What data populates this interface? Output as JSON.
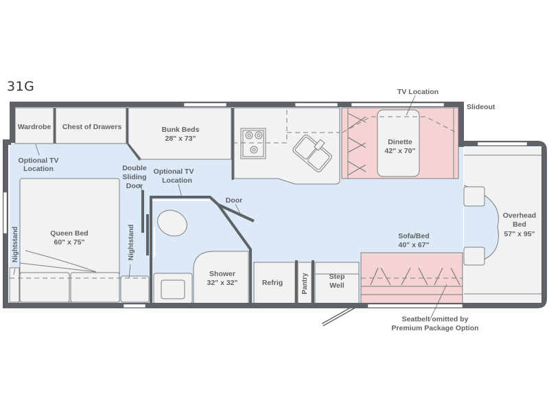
{
  "model": "31G",
  "colors": {
    "wall": "#5f6266",
    "floor": "#dce9f6",
    "furniture": "#f2f2f3",
    "slideout": "#f5d3d3",
    "label": "#5f6266"
  },
  "labels": {
    "wardrobe": "Wardrobe",
    "chest_of_drawers": "Chest of Drawers",
    "bunk_beds": "Bunk Beds",
    "bunk_beds_size": "28\" x 73\"",
    "tv_location": "TV Location",
    "slideout": "Slideout",
    "dinette": "Dinette",
    "dinette_size": "42\" x 70\"",
    "optional_tv_1_line1": "Optional TV",
    "optional_tv_1_line2": "Location",
    "double_sliding_door_line1": "Double",
    "double_sliding_door_line2": "Sliding",
    "double_sliding_door_line3": "Door",
    "optional_tv_2_line1": "Optional TV",
    "optional_tv_2_line2": "Location",
    "door": "Door",
    "queen_bed": "Queen Bed",
    "queen_bed_size": "60\" x 75\"",
    "nightstand_left": "Nightstand",
    "nightstand_right": "Nightstand",
    "shower": "Shower",
    "shower_size": "32\" x 32\"",
    "refrig": "Refrig",
    "pantry": "Pantry",
    "step_well_line1": "Step",
    "step_well_line2": "Well",
    "sofa_bed": "Sofa/Bed",
    "sofa_bed_size": "40\" x 67\"",
    "overhead_bed_line1": "Overhead",
    "overhead_bed_line2": "Bed",
    "overhead_bed_size": "57\" x 95\"",
    "seatbelt_line1": "Seatbelt omitted by",
    "seatbelt_line2": "Premium Package Option"
  }
}
